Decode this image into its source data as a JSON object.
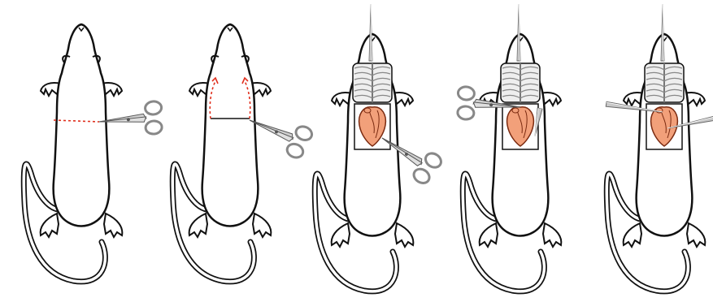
{
  "figure": {
    "description_visible_text": "",
    "panels": [
      {
        "step": 1,
        "tool": "scissors",
        "incision": "transverse-dashed",
        "thorax_open": false
      },
      {
        "step": 2,
        "tool": "scissors",
        "incision": "lateral-dashed-arrows",
        "thorax_open": false
      },
      {
        "step": 3,
        "tool": "scissors",
        "incision": "none",
        "thorax_open": true
      },
      {
        "step": 4,
        "tool": "scissors-and-forceps",
        "incision": "none",
        "thorax_open": true
      },
      {
        "step": 5,
        "tool": "forceps-pair",
        "incision": "none",
        "thorax_open": true
      }
    ]
  },
  "colors": {
    "outline": "#111111",
    "body_fill": "#ffffff",
    "incision": "#e0301e",
    "heart": "#f2a07a",
    "heart_stroke": "#7a2a10",
    "ribcage": "#eeeeee",
    "tool": "#9a9a9a"
  }
}
